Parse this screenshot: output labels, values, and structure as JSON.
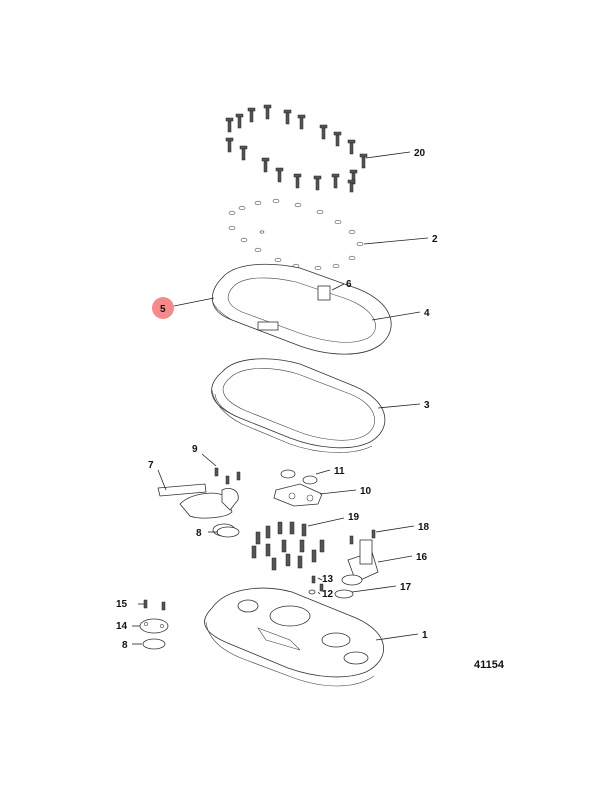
{
  "callouts": {
    "c20": "20",
    "c2": "2",
    "c6": "6",
    "c4": "4",
    "c5": "5",
    "c3": "3",
    "c9": "9",
    "c7": "7",
    "c11": "11",
    "c10": "10",
    "c8a": "8",
    "c19": "19",
    "c18": "18",
    "c16": "16",
    "c13": "13",
    "c12": "12",
    "c17": "17",
    "c15": "15",
    "c14": "14",
    "c8b": "8",
    "c1": "1"
  },
  "figure_number": "41154",
  "colors": {
    "highlight": "#f58a8a",
    "line": "#333333"
  }
}
